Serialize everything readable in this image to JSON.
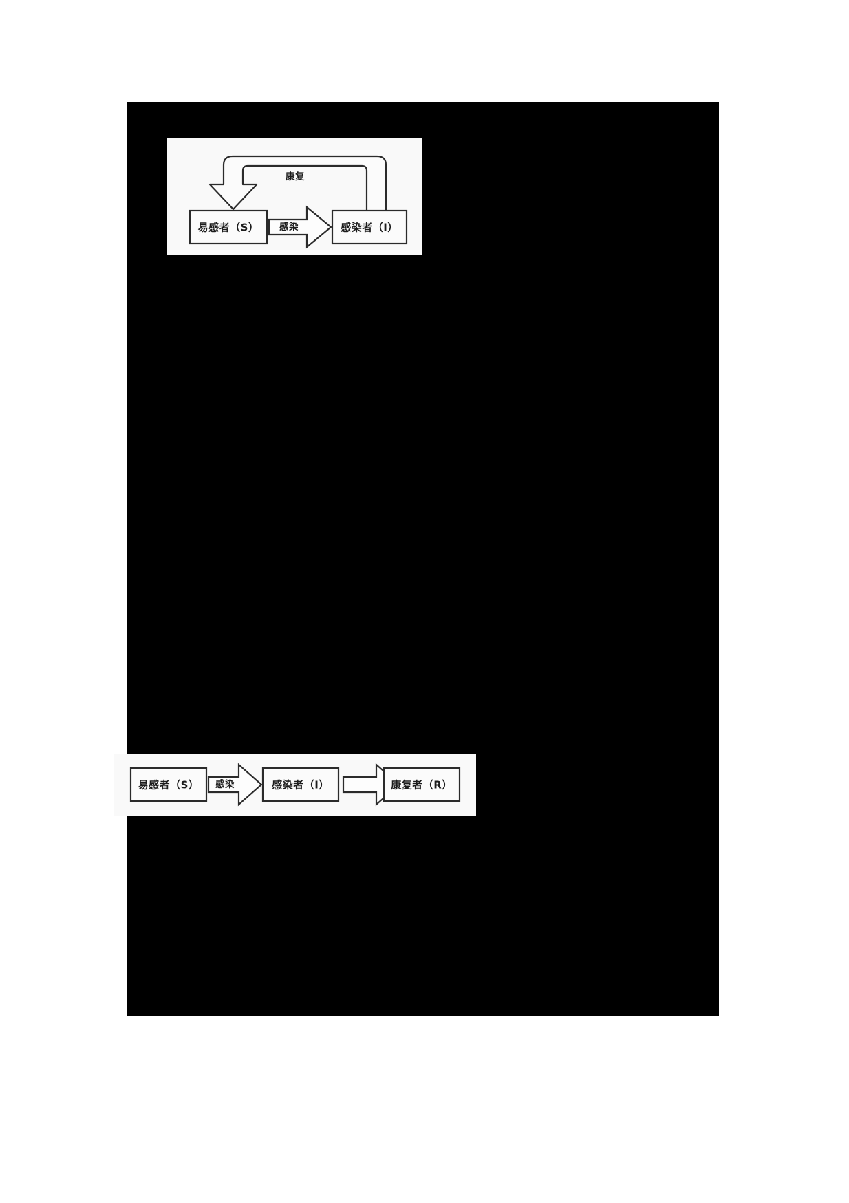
{
  "page": {
    "background_color": "#ffffff",
    "content_block_color": "#000000"
  },
  "diagrams": [
    {
      "id": "sis-model",
      "panel_background": "#f9f9f9",
      "nodes": [
        {
          "id": "susceptible",
          "label": "易感者（S）"
        },
        {
          "id": "infected",
          "label": "感染者（I）"
        }
      ],
      "edges": [
        {
          "id": "infection",
          "label": "感染",
          "from": "susceptible",
          "to": "infected",
          "style": "block-arrow-right"
        },
        {
          "id": "recovery",
          "label": "康复",
          "from": "infected",
          "to": "susceptible",
          "style": "curved-block-arrow-back"
        }
      ]
    },
    {
      "id": "sir-model",
      "panel_background": "#f9f9f9",
      "nodes": [
        {
          "id": "susceptible",
          "label": "易感者（S）"
        },
        {
          "id": "infected",
          "label": "感染者（I）"
        },
        {
          "id": "recovered",
          "label": "康复者（R）"
        }
      ],
      "edges": [
        {
          "id": "infection",
          "label": "感染",
          "from": "susceptible",
          "to": "infected",
          "style": "block-arrow-right"
        },
        {
          "id": "recovery",
          "label": "",
          "from": "infected",
          "to": "recovered",
          "style": "block-arrow-right"
        }
      ]
    }
  ]
}
